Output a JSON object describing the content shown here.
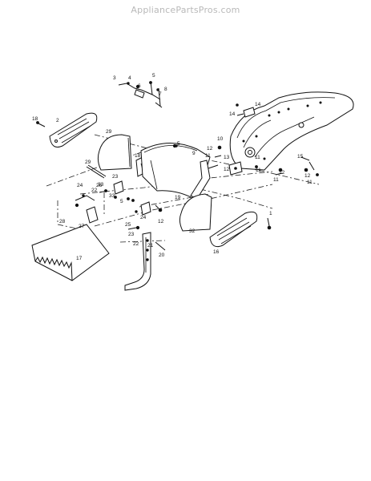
{
  "header": {
    "site": "AppliancePartsPros.com"
  },
  "diagram": {
    "callouts": [
      "1",
      "2",
      "3",
      "4",
      "5",
      "5",
      "5",
      "6",
      "7",
      "8",
      "9",
      "10",
      "11",
      "11",
      "11",
      "11",
      "11",
      "12",
      "12",
      "12",
      "12",
      "12",
      "13",
      "14",
      "14",
      "15",
      "16",
      "17",
      "18",
      "18",
      "19",
      "20",
      "21",
      "22",
      "22",
      "23",
      "23",
      "24",
      "24",
      "25",
      "26",
      "27",
      "28",
      "29",
      "29",
      "32",
      "33",
      "33"
    ]
  }
}
